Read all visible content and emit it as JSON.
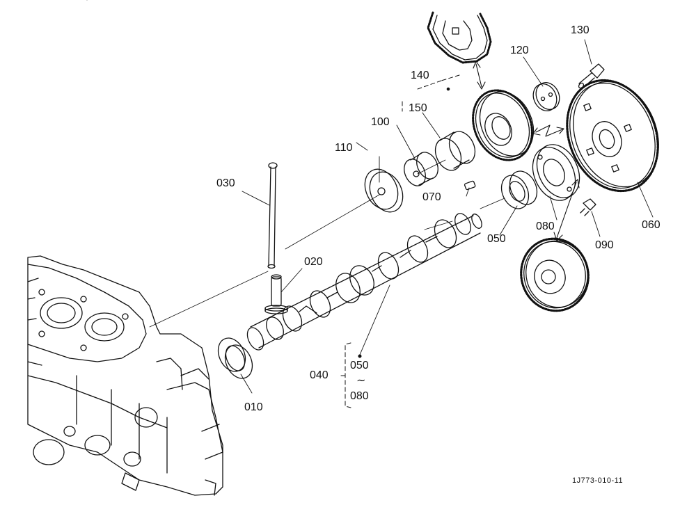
{
  "parts": {
    "p010": "010",
    "p020": "020",
    "p030": "030",
    "p040": "040",
    "p050": "050",
    "p060": "060",
    "p070": "070",
    "p080": "080",
    "p090": "090",
    "p100": "100",
    "p110": "110",
    "p120": "120",
    "p130": "130",
    "p140": "140",
    "p150": "150"
  },
  "group_040": {
    "from": "050",
    "to": "080",
    "range_symbol": "~"
  },
  "figure_code": "1J773-010-11",
  "colors": {
    "line": "#111111",
    "background": "#ffffff"
  }
}
